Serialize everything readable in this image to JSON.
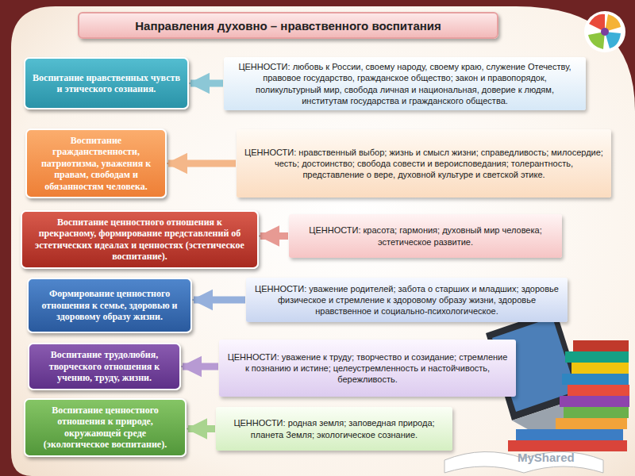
{
  "diagram": {
    "title": "Направления духовно – нравственного воспитания",
    "nodes": [
      {
        "text": [
          "Воспитание нравственных чувств и этического сознания."
        ]
      },
      {
        "text": [
          "ЦЕННОСТИ: любовь к России, своему народу, своему краю, служение Отечеству, правовое государство, гражданское общество; закон и правопорядок, поликультурный мир, свобода личная и национальная, доверие к людям, институтам государства и гражданского общества."
        ]
      },
      {
        "text": [
          "Воспитание гражданственности, патриотизма, уважения к правам, свободам и обязанностям человека."
        ]
      },
      {
        "text": [
          "ЦЕННОСТИ: нравственный выбор; жизнь и смысл жизни; справедливость; милосердие; честь; достоинство; свобода совести и вероисповедания; толерантность, представление о вере, духовной культуре и светской этике."
        ]
      },
      {
        "text": [
          "Воспитание ценностного отношения к прекрасному, формирование представлений об эстетических идеалах и ценностях (эстетическое воспитание)."
        ]
      },
      {
        "text": [
          "ЦЕННОСТИ: красота; гармония; духовный мир человека; эстетическое развитие."
        ]
      },
      {
        "text": [
          "Формирование ценностного отношения к семье, здоровью и здоровому образу жизни."
        ]
      },
      {
        "text": [
          "ЦЕННОСТИ: уважение родителей; забота о старших и младших; здоровье физическое и стремление к здоровому образу жизни, здоровье нравственное и социально-психологическое."
        ]
      },
      {
        "text": [
          "Воспитание трудолюбия, творческого отношения к учению, труду, жизни."
        ]
      },
      {
        "text": [
          "ЦЕННОСТИ: уважение к труду; творчество и созидание; стремление к познанию и истине; целеустремленность и настойчивость, бережливость."
        ]
      },
      {
        "text": [
          "Воспитание ценностного отношения к природе, окружающей среде (экологическое воспитание)."
        ]
      },
      {
        "text": [
          "ЦЕННОСТИ: родная земля; заповедная природа; планета Земля; экологическое сознание."
        ]
      }
    ],
    "edges": [
      {
        "from": 1,
        "to": 0,
        "arrow": "to"
      },
      {
        "from": 3,
        "to": 2,
        "arrow": "to"
      },
      {
        "from": 5,
        "to": 4,
        "arrow": "to"
      },
      {
        "from": 7,
        "to": 6,
        "arrow": "to"
      },
      {
        "from": 9,
        "to": 8,
        "arrow": "to"
      },
      {
        "from": 11,
        "to": 10,
        "arrow": "to"
      }
    ],
    "labels": [
      "MyShared"
    ]
  }
}
